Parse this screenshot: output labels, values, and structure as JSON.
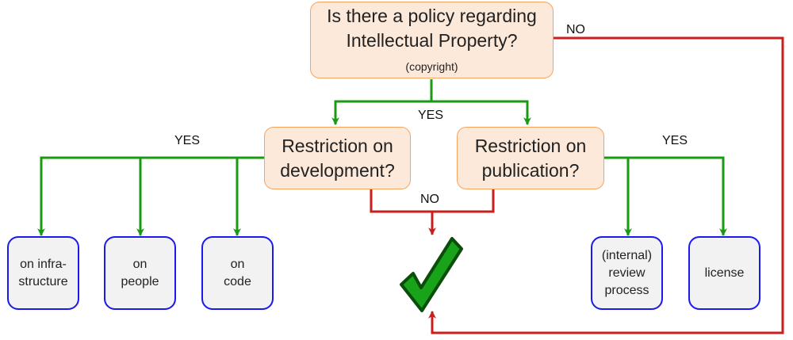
{
  "colors": {
    "yes_arrow": "#1a9a12",
    "no_arrow": "#c81e1e",
    "question_fill": "#fde9d9",
    "question_border": "#f4a460",
    "leaf_fill": "#f2f2f2",
    "leaf_border": "#1a1aee",
    "check_fill": "#19a319"
  },
  "nodes": {
    "policy_question": {
      "line1": "Is there a policy regarding",
      "line2": "Intellectual Property?",
      "sub": "(copyright)"
    },
    "development_question": {
      "line1": "Restriction on",
      "line2": "development?"
    },
    "publication_question": {
      "line1": "Restriction on",
      "line2": "publication?"
    },
    "leaf_infrastructure": {
      "line1": "on infra-",
      "line2": "structure"
    },
    "leaf_people": {
      "line1": "on",
      "line2": "people"
    },
    "leaf_code": {
      "line1": "on",
      "line2": "code"
    },
    "leaf_review": {
      "line1": "(internal)",
      "line2": "review",
      "line3": "process"
    },
    "leaf_license": {
      "line1": "license"
    }
  },
  "edge_labels": {
    "policy_yes": "YES",
    "policy_no": "NO",
    "development_yes": "YES",
    "publication_yes": "YES",
    "restriction_no": "NO"
  },
  "icons": {
    "result": "checkmark-icon"
  }
}
